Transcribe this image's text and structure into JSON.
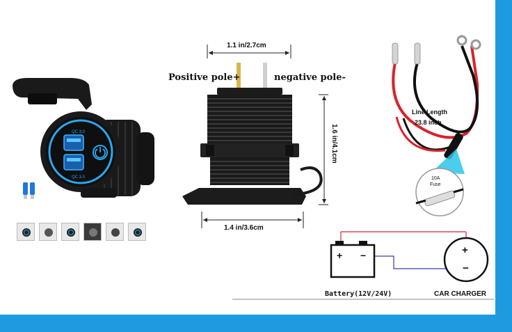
{
  "labels": {
    "width_top": "1.1 in/2.7cm",
    "positive_pole": "Positive pole+",
    "negative_pole": "negative pole-",
    "height": "1.6 in/4.1cm",
    "width_bottom": "1.4 in/3.6cm",
    "line_length": "Line Length",
    "line_length_value": "23.8 inch",
    "fuse": "10A",
    "fuse_word": "Fuse",
    "battery": "Battery(12V/24V)",
    "car_charger": "CAR CHARGER",
    "qc_top": "QC 3.0",
    "qc_bottom": "QC 3.0",
    "batt_plus": "+",
    "batt_minus": "−",
    "charger_plus": "+",
    "charger_minus": "−"
  },
  "thumbnails": [
    "thumbnail-1",
    "thumbnail-2",
    "thumbnail-3",
    "thumbnail-4",
    "thumbnail-5",
    "thumbnail-6"
  ],
  "colors": {
    "frame": "#1e9be0",
    "led_blue": "#29a8f0",
    "wire_red": "#d8232a",
    "wire_black": "#111111",
    "gold_pin": "#d9b54a"
  },
  "icons": [
    "usb-socket-product-photo",
    "dimension-drawing",
    "wire-harness",
    "battery-icon",
    "charger-icon",
    "terminal-connectors-icon"
  ]
}
